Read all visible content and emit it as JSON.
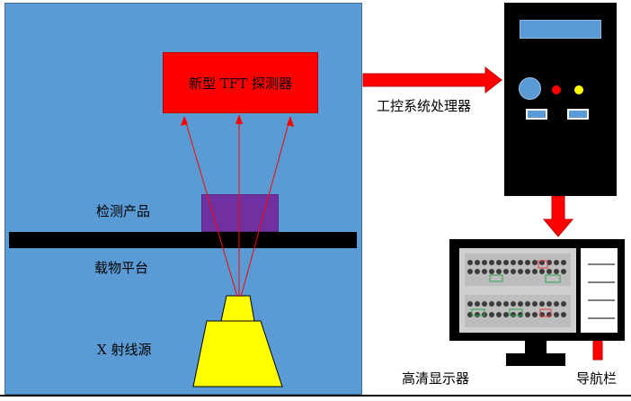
{
  "diagram": {
    "detector_label": "新型 TFT 探测器",
    "product_label": "检测产品",
    "stage_label": "载物平台",
    "source_label": "X 射线源",
    "ipc_label": "工控系统处理器",
    "monitor_label": "高清显示器",
    "nav_label": "导航栏"
  },
  "colors": {
    "chamber": "#5b9bd5",
    "detector": "#ff0000",
    "product": "#7030a0",
    "source": "#ffff00",
    "arrow": "#ff0000",
    "rays": "#ff0000"
  }
}
